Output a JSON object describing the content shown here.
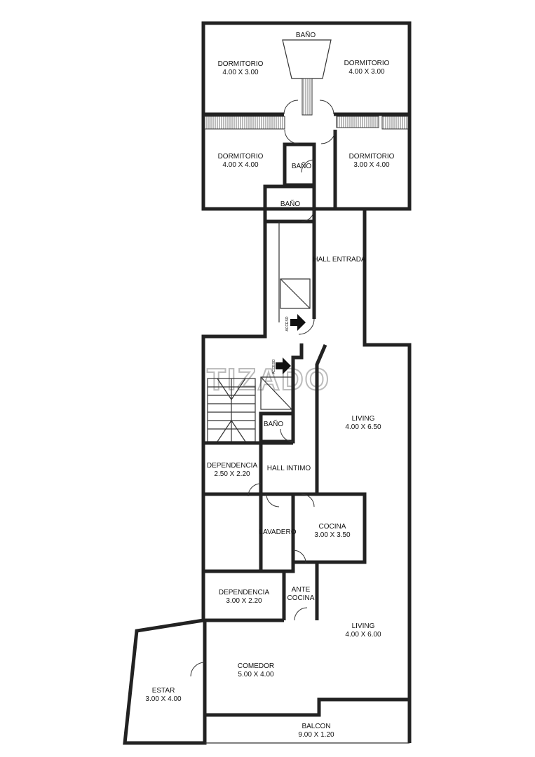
{
  "rooms": {
    "bano_top": {
      "name": "BAÑO"
    },
    "dorm_nw": {
      "name": "DORMITORIO",
      "size": "4.00 X 3.00"
    },
    "dorm_ne": {
      "name": "DORMITORIO",
      "size": "4.00 X 3.00"
    },
    "dorm_sw": {
      "name": "DORMITORIO",
      "size": "4.00 X 4.00"
    },
    "dorm_se": {
      "name": "DORMITORIO",
      "size": "3.00 X 4.00"
    },
    "bano_mid1": {
      "name": "BAÑO"
    },
    "bano_mid2": {
      "name": "BAÑO"
    },
    "hall_entrada": {
      "name": "HALL ENTRADA"
    },
    "acceso1": {
      "name": "ACCESO"
    },
    "acceso2": {
      "name": "ACCESO"
    },
    "living1": {
      "name": "LIVING",
      "size": "4.00 X 6.50"
    },
    "bano_serv": {
      "name": "BAÑO"
    },
    "dependencia1": {
      "name": "DEPENDENCIA",
      "size": "2.50 X 2.20"
    },
    "hall_intimo": {
      "name": "HALL INTIMO"
    },
    "lavadero": {
      "name": "LAVADERO"
    },
    "cocina": {
      "name": "COCINA",
      "size": "3.00 X 3.50"
    },
    "dependencia2": {
      "name": "DEPENDENCIA",
      "size": "3.00 X 2.20"
    },
    "ante_cocina": {
      "name": "ANTE",
      "name2": "COCINA"
    },
    "living2": {
      "name": "LIVING",
      "size": "4.00 X 6.00"
    },
    "comedor": {
      "name": "COMEDOR",
      "size": "5.00 X 4.00"
    },
    "estar": {
      "name": "ESTAR",
      "size": "3.00 X 4.00"
    },
    "balcon": {
      "name": "BALCON",
      "size": "9.00 X 1.20"
    }
  },
  "watermark": "TIZADO"
}
